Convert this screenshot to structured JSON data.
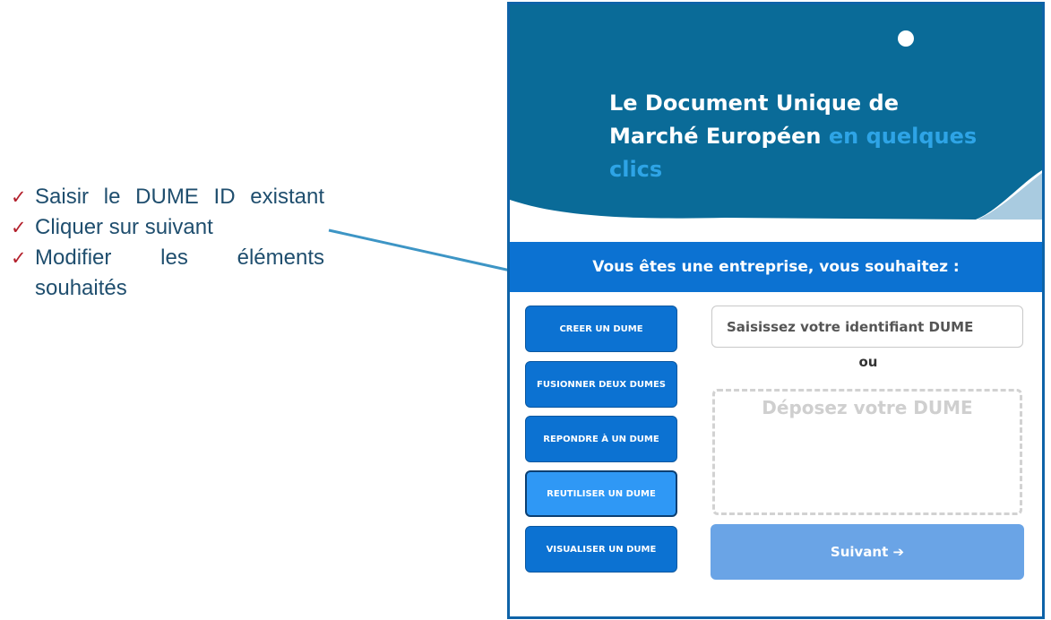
{
  "instructions": [
    {
      "check": "✓",
      "text": "Saisir le DUME ID existant"
    },
    {
      "check": "✓",
      "text": "Cliquer sur suivant"
    },
    {
      "check": "✓",
      "text": "Modifier les éléments souhaités"
    }
  ],
  "hero": {
    "title_line1": "Le Document Unique de",
    "title_line2": "Marché Européen",
    "title_accent": "en quelques clics"
  },
  "header": {
    "title": "Vous êtes une entreprise, vous souhaitez :"
  },
  "menu": [
    {
      "label": "CREER UN DUME"
    },
    {
      "label": "FUSIONNER DEUX DUMES"
    },
    {
      "label": "REPONDRE À UN DUME"
    },
    {
      "label": "REUTILISER UN DUME",
      "selected": true
    },
    {
      "label": "VISUALISER UN DUME"
    }
  ],
  "form": {
    "id_placeholder": "Saisissez votre identifiant DUME",
    "or_label": "ou",
    "drop_label": "Déposez votre DUME",
    "next_label": "Suivant ➔"
  },
  "colors": {
    "hero_bg": "#0a6b98",
    "accent": "#2ea4e6",
    "primary_blue": "#0c72d2",
    "selected_blue": "#2f98f5",
    "next_button": "#6aa4e6",
    "check_red": "#b3202c",
    "instruction_text": "#1f4e6e",
    "arrow": "#3d95c5"
  },
  "icons": {
    "check": "check-icon",
    "next_arrow": "arrow-right-icon"
  }
}
